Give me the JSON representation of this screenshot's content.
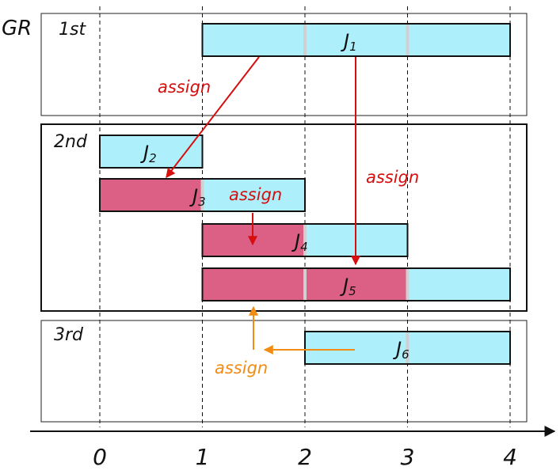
{
  "colors": {
    "job_fill": "#ADF0FC",
    "assigned_fill": "#DC6085",
    "separator": "#D0D0D0",
    "red_arrow": "#D60E0E",
    "orange_arrow": "#F28C14",
    "outline": "#111111"
  },
  "gr_label": "GR",
  "axis": {
    "ticks": [
      "0",
      "1",
      "2",
      "3",
      "4"
    ]
  },
  "groups": [
    {
      "label": "1st"
    },
    {
      "label": "2nd"
    },
    {
      "label": "3rd"
    }
  ],
  "jobs": [
    {
      "id": "J1",
      "base": "J",
      "sub": "1",
      "group": 0,
      "start": 1,
      "end": 4,
      "assigned_until": null
    },
    {
      "id": "J2",
      "base": "J",
      "sub": "2",
      "group": 1,
      "start": 0,
      "end": 1,
      "assigned_until": null
    },
    {
      "id": "J3",
      "base": "J",
      "sub": "3",
      "group": 1,
      "start": 0,
      "end": 2,
      "assigned_until": 1
    },
    {
      "id": "J4",
      "base": "J",
      "sub": "4",
      "group": 1,
      "start": 1,
      "end": 3,
      "assigned_until": 2
    },
    {
      "id": "J5",
      "base": "J",
      "sub": "5",
      "group": 1,
      "start": 1,
      "end": 4,
      "assigned_until": 3
    },
    {
      "id": "J6",
      "base": "J",
      "sub": "6",
      "group": 2,
      "start": 2,
      "end": 4,
      "assigned_until": null
    }
  ],
  "assignments": [
    {
      "label": "assign",
      "from": "J1",
      "to": "J3",
      "color": "red"
    },
    {
      "label": "assign",
      "from": "J1",
      "to": "J5",
      "color": "red"
    },
    {
      "label": "assign",
      "from": "J3",
      "to": "J4",
      "color": "red"
    },
    {
      "label": "assign",
      "from": "J6",
      "to": "J5",
      "color": "orange"
    }
  ]
}
